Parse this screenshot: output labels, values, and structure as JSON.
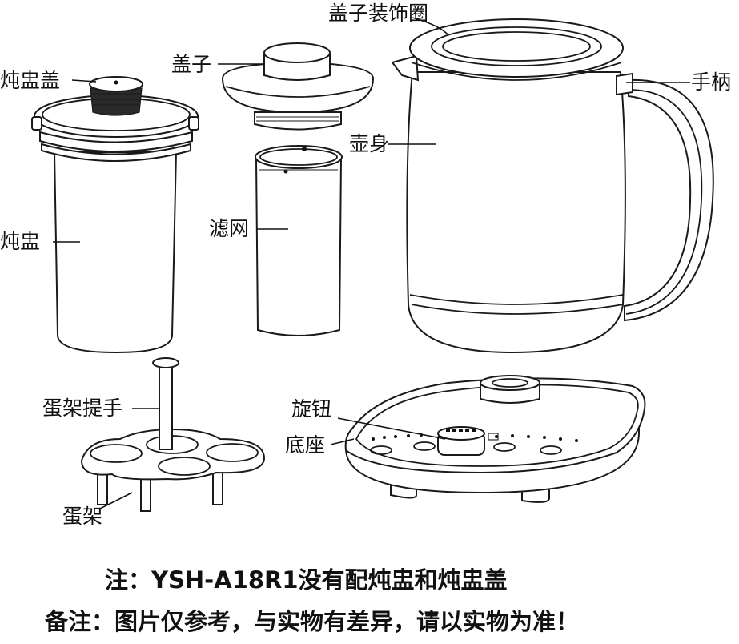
{
  "labels": {
    "stew_pot_lid": "炖盅盖",
    "lid": "盖子",
    "lid_ring": "盖子装饰圈",
    "handle": "手柄",
    "kettle_body": "壶身",
    "stew_pot": "炖盅",
    "filter": "滤网",
    "knob": "旋钮",
    "base": "底座",
    "egg_rack_handle": "蛋架提手",
    "egg_rack": "蛋架"
  },
  "notes": {
    "note1": "注：YSH-A18R1没有配炖盅和炖盅盖",
    "note2": "备注：图片仅参考，与实物有差异，请以实物为准！"
  }
}
